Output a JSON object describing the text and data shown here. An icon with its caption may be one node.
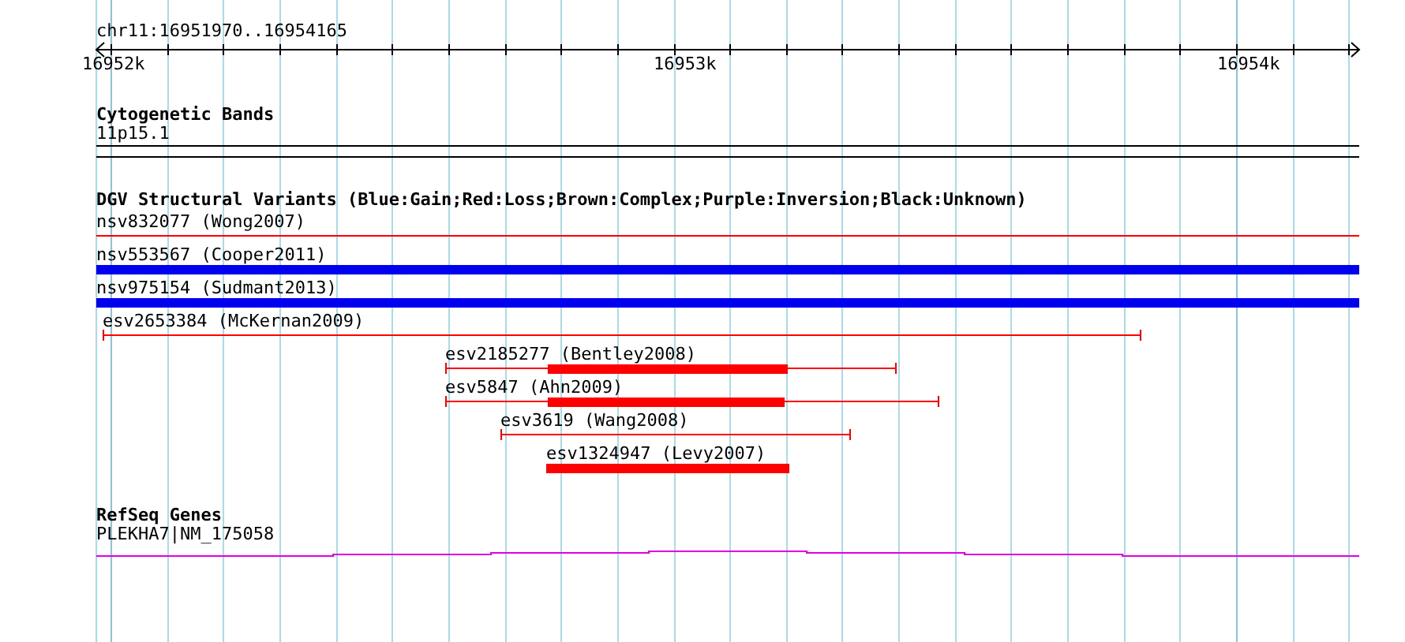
{
  "diagram": {
    "nodes": [
      {
        "text": [
          "11p15.1"
        ]
      },
      {
        "text": [
          "nsv832077 (Wong2007)"
        ]
      },
      {
        "text": [
          "nsv553567 (Cooper2011)"
        ]
      },
      {
        "text": [
          "nsv975154 (Sudmant2013)"
        ]
      },
      {
        "text": [
          "esv2653384 (McKernan2009)"
        ]
      },
      {
        "text": [
          "esv2185277 (Bentley2008)"
        ]
      },
      {
        "text": [
          "esv5847 (Ahn2009)"
        ]
      },
      {
        "text": [
          "esv3619 (Wang2008)"
        ]
      },
      {
        "text": [
          "esv1324947 (Levy2007)"
        ]
      },
      {
        "text": [
          "PLEKHA7|NM_175058"
        ]
      }
    ],
    "edges": [],
    "labels": [
      "chr11:16951970..16954165",
      "16952k",
      "16953k",
      "16954k",
      "Cytogenetic Bands",
      "DGV Structural Variants (Blue:Gain;Red:Loss;Brown:Complex;Purple:Inversion;Black:Unknown)",
      "RefSeq Genes"
    ]
  }
}
